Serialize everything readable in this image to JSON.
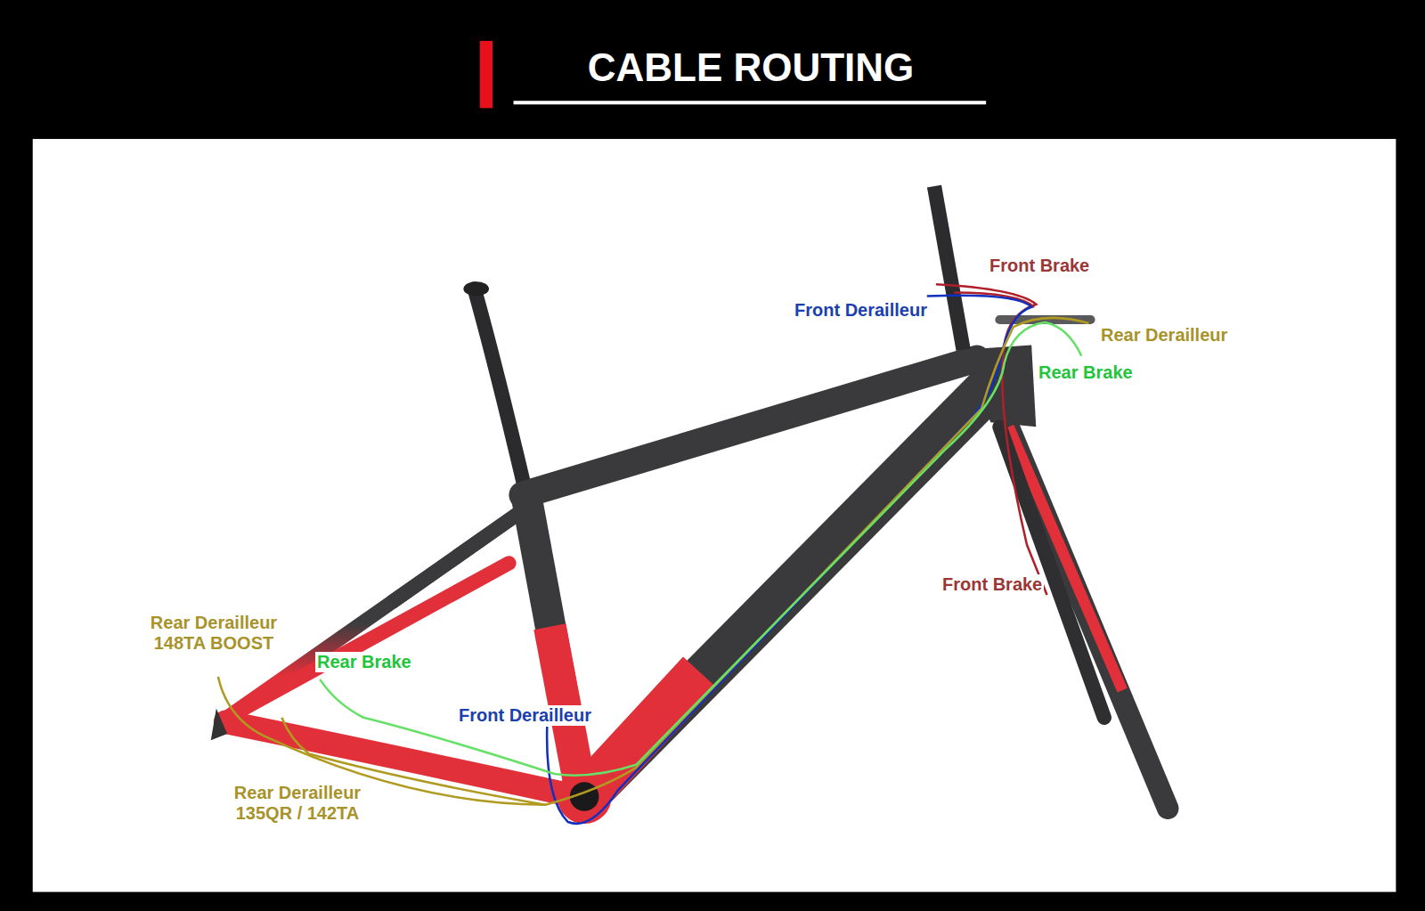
{
  "diagram": {
    "title": "CABLE ROUTING",
    "labels": [
      "Front Brake",
      "Front Derailleur",
      "Rear Derailleur",
      "Rear Brake",
      "Front Brake",
      "Rear Derailleur 148TA BOOST",
      "Rear Brake",
      "Front Derailleur",
      "Rear Derailleur 135QR / 142TA"
    ]
  }
}
